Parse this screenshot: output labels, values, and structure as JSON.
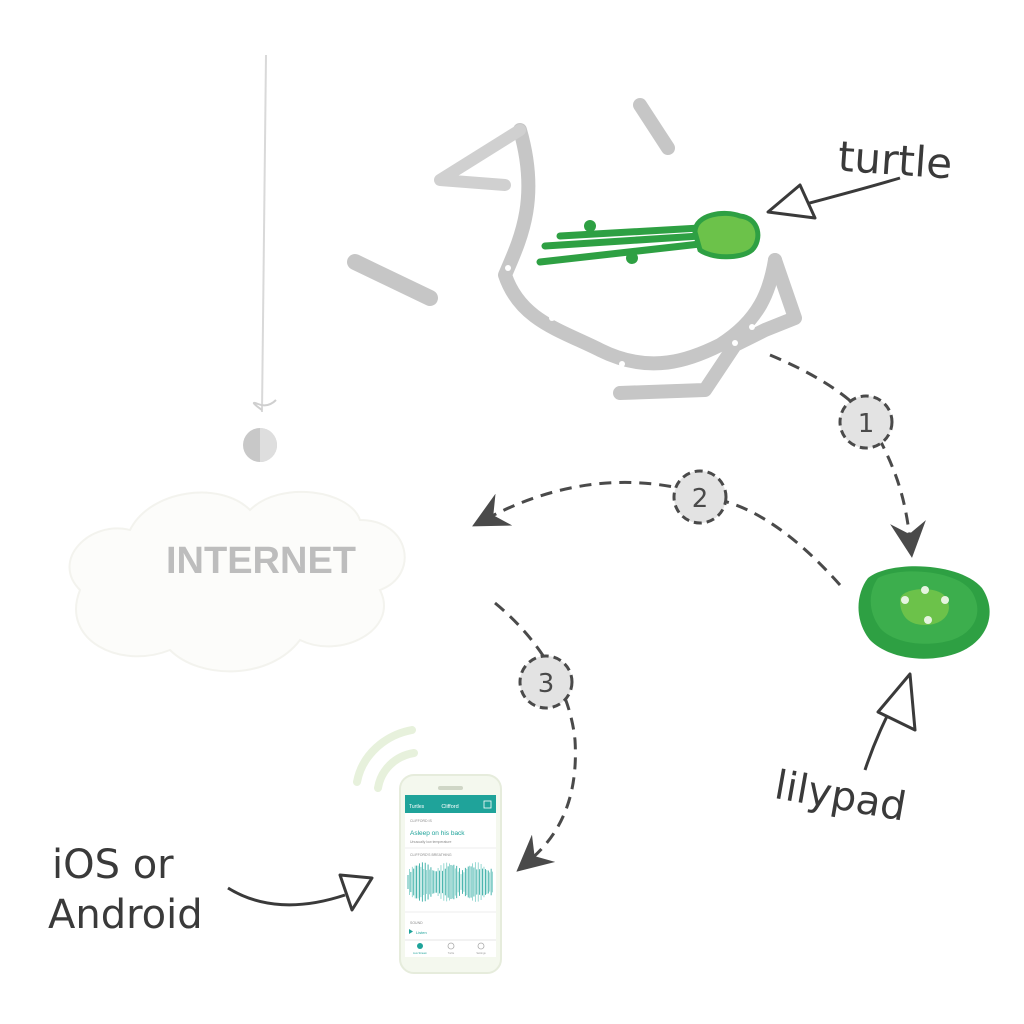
{
  "labels": {
    "turtle": "turtle",
    "lilypad": "lilypad",
    "phone_line1": "iOS or",
    "phone_line2": "Android",
    "internet": "INTERNET"
  },
  "steps": [
    "1",
    "2",
    "3"
  ],
  "phone": {
    "header_back": "Turtles",
    "header_title": "Clifford",
    "section1": "CLIFFORD IS",
    "status": "Asleep on his back",
    "status_sub": "Unusually low temperature",
    "section2": "CLIFFORD'S BREATHING",
    "section3": "SOUND",
    "listen": "Listen",
    "tabs": [
      "Live Stream",
      "Turtle",
      "Settings"
    ]
  },
  "colors": {
    "green": "#2ea043",
    "green_light": "#6cc24a",
    "teal": "#1fa39a",
    "grey_path": "#c4c4c4",
    "arrow": "#4a4a4a"
  }
}
